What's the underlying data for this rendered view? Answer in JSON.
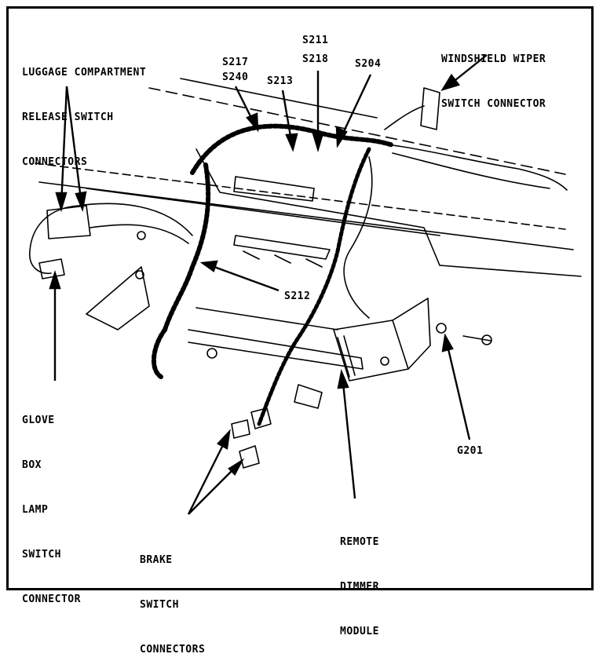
{
  "labels": {
    "luggage": [
      "LUGGAGE COMPARTMENT",
      "RELEASE SWITCH",
      "CONNECTORS"
    ],
    "s217": "S217",
    "s240": "S240",
    "s213": "S213",
    "s211": "S211",
    "s218": "S218",
    "s204": "S204",
    "wiper": [
      "WINDSHIELD WIPER",
      "SWITCH CONNECTOR"
    ],
    "s212": "S212",
    "glove": [
      "GLOVE",
      "BOX",
      "LAMP",
      "SWITCH",
      "CONNECTOR"
    ],
    "g201": "G201",
    "brake": [
      "BRAKE",
      "SWITCH",
      "CONNECTORS"
    ],
    "dimmer": [
      "REMOTE",
      "DIMMER",
      "MODULE"
    ]
  },
  "colors": {
    "ink": "#000000",
    "paper": "#ffffff"
  }
}
